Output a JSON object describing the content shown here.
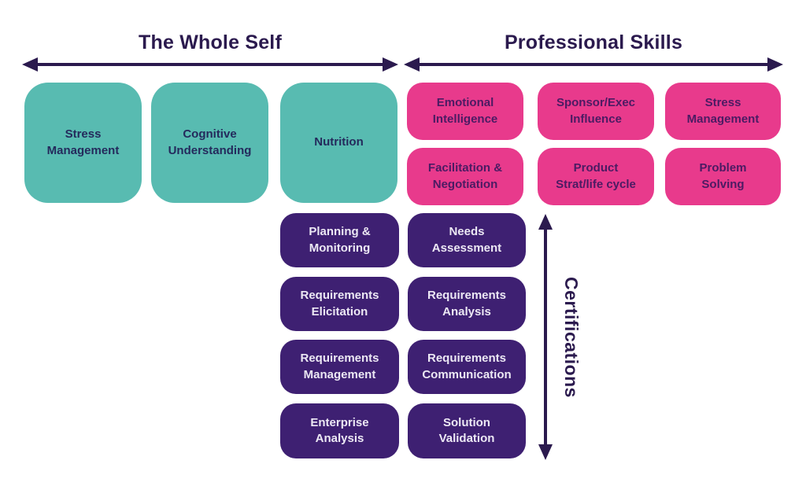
{
  "colors": {
    "background": "#ffffff",
    "dark": "#2b1a4e",
    "teal": "#58bbb1",
    "pink": "#e83a8c",
    "purple": "#3e2072",
    "teal_text": "#242a5c",
    "pink_text": "#4b1b63",
    "purple_text": "#ece8f4"
  },
  "sections": {
    "whole_self": {
      "title": "The Whole Self",
      "boxes": [
        {
          "label": "Stress\nManagement"
        },
        {
          "label": "Cognitive\nUnderstanding"
        },
        {
          "label": "Nutrition"
        }
      ]
    },
    "professional_skills": {
      "title": "Professional Skills",
      "boxes": [
        {
          "label": "Emotional\nIntelligence"
        },
        {
          "label": "Sponsor/Exec\nInfluence"
        },
        {
          "label": "Stress\nManagement"
        },
        {
          "label": "Facilitation &\nNegotiation"
        },
        {
          "label": "Product\nStrat/life cycle"
        },
        {
          "label": "Problem\nSolving"
        }
      ]
    },
    "knowledge_areas": {
      "boxes": [
        {
          "label": "Planning &\nMonitoring"
        },
        {
          "label": "Needs\nAssessment"
        },
        {
          "label": "Requirements\nElicitation"
        },
        {
          "label": "Requirements\nAnalysis"
        },
        {
          "label": "Requirements\nManagement"
        },
        {
          "label": "Requirements\nCommunication"
        },
        {
          "label": "Enterprise\nAnalysis"
        },
        {
          "label": "Solution\nValidation"
        }
      ]
    },
    "certifications": {
      "title": "Certifications"
    }
  }
}
